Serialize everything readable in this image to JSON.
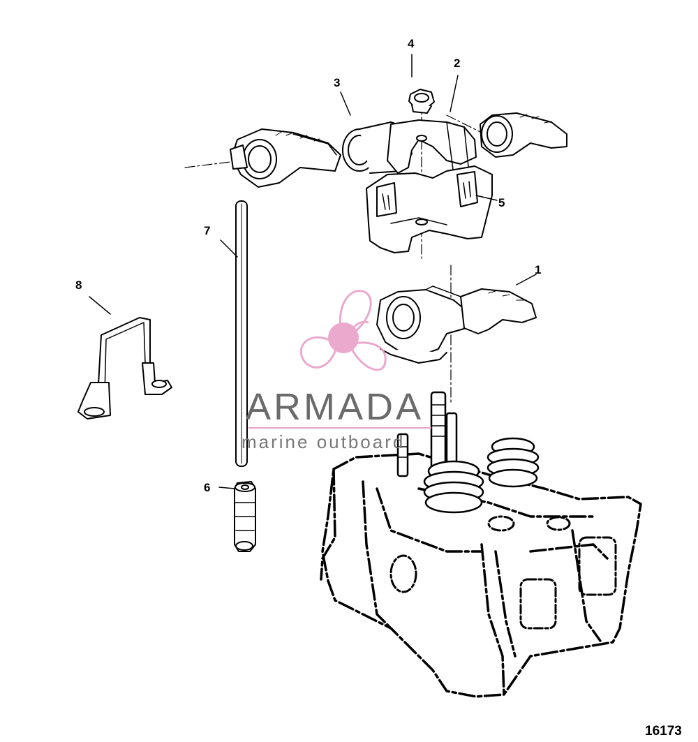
{
  "callouts": [
    {
      "id": "1",
      "label": "1"
    },
    {
      "id": "2",
      "label": "2"
    },
    {
      "id": "3",
      "label": "3"
    },
    {
      "id": "4",
      "label": "4"
    },
    {
      "id": "5",
      "label": "5"
    },
    {
      "id": "6",
      "label": "6"
    },
    {
      "id": "7",
      "label": "7"
    },
    {
      "id": "8",
      "label": "8"
    }
  ],
  "watermark": {
    "brand": "ARMADA",
    "tagline": "marine outboard",
    "accent_color": "#e8a0c8",
    "icon": "propeller-icon"
  },
  "figure_number": "16173",
  "colors": {
    "line": "#000000",
    "background": "#ffffff"
  }
}
